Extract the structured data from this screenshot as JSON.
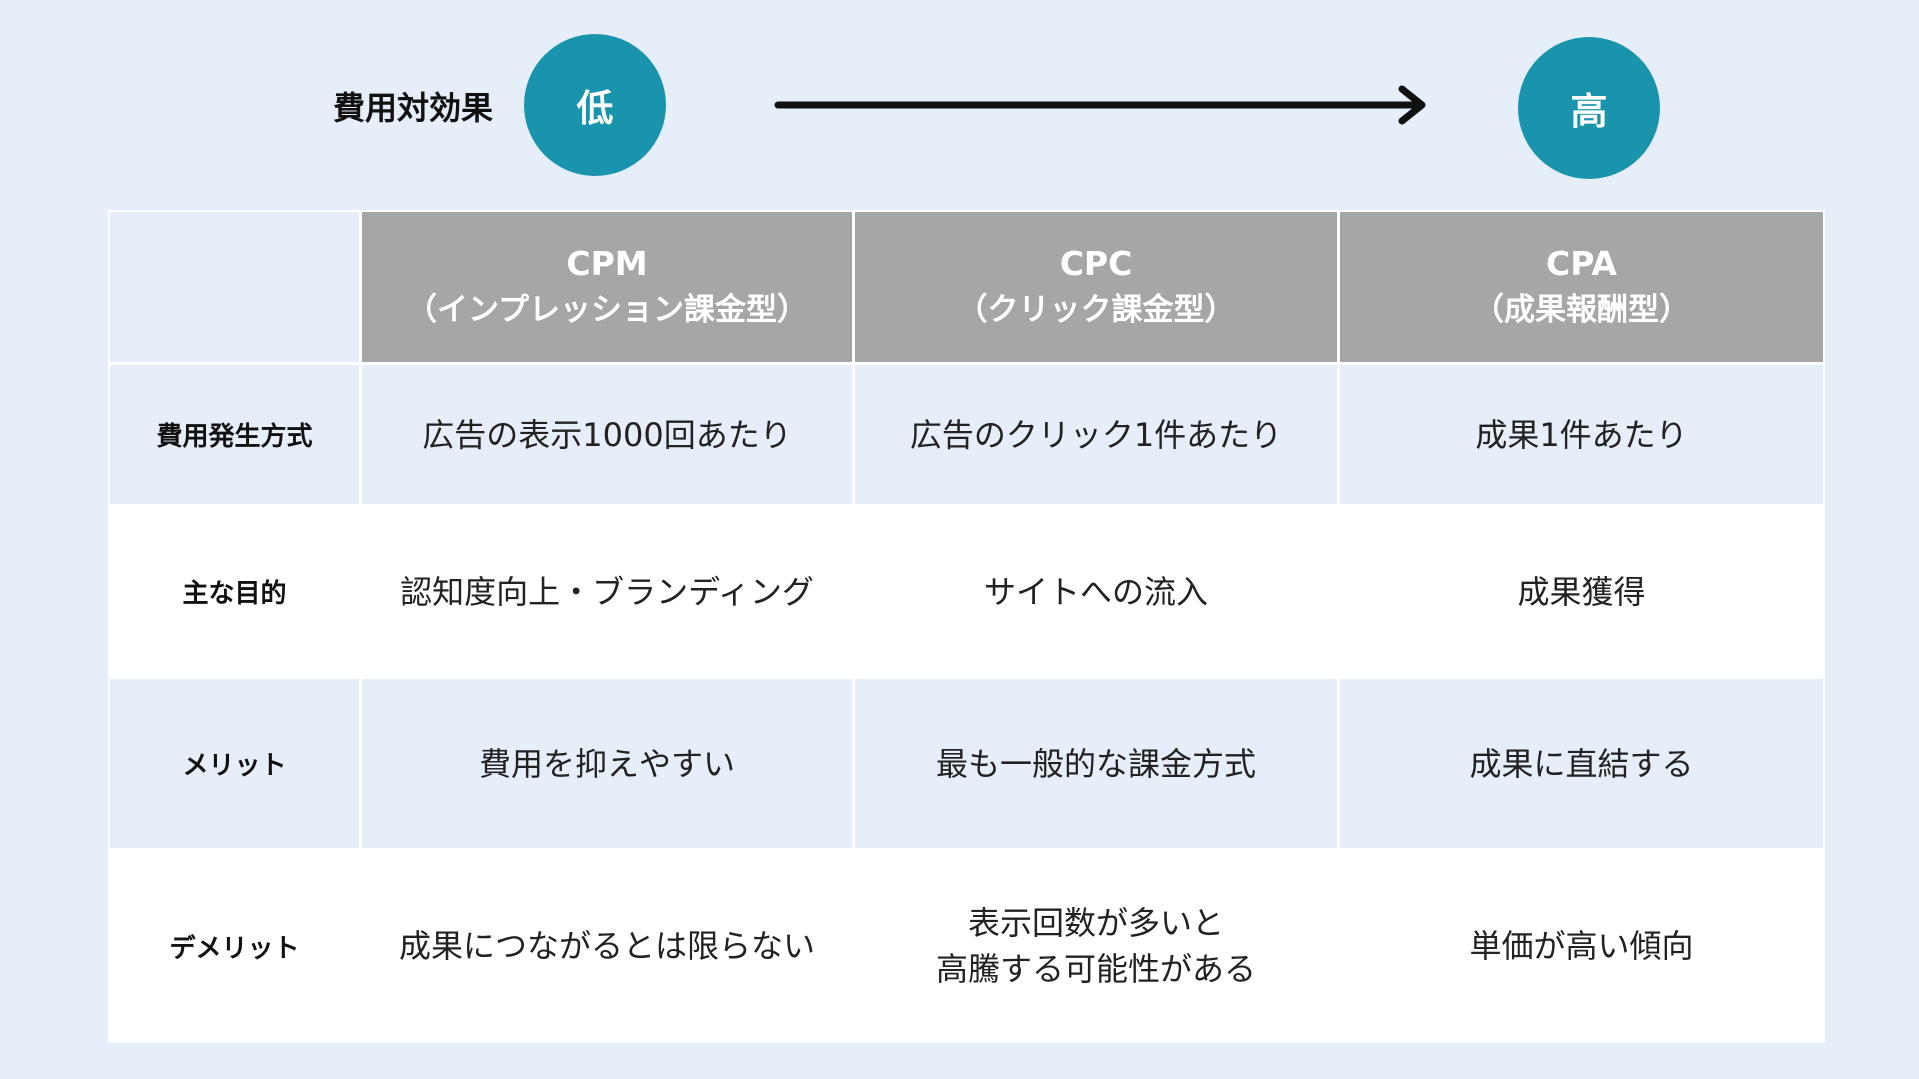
{
  "scale": {
    "label": "費用対効果",
    "low_label": "低",
    "high_label": "高",
    "arrow_icon": "arrow-right"
  },
  "table": {
    "columns": [
      {
        "name": "CPM",
        "subtitle": "（インプレッション課金型）"
      },
      {
        "name": "CPC",
        "subtitle": "（クリック課金型）"
      },
      {
        "name": "CPA",
        "subtitle": "（成果報酬型）"
      }
    ],
    "rows": [
      {
        "label": "費用発生方式",
        "cells": [
          "広告の表示1000回あたり",
          "広告のクリック1件あたり",
          "成果1件あたり"
        ]
      },
      {
        "label": "主な目的",
        "cells": [
          "認知度向上・ブランディング",
          "サイトへの流入",
          "成果獲得"
        ]
      },
      {
        "label": "メリット",
        "cells": [
          "費用を抑えやすい",
          "最も一般的な課金方式",
          "成果に直結する"
        ]
      },
      {
        "label": "デメリット",
        "cells": [
          "成果につながるとは限らない",
          "表示回数が多いと\n高騰する可能性がある",
          "単価が高い傾向"
        ]
      }
    ]
  },
  "colors": {
    "background": "#E6EEF9",
    "accent": "#1A94AC",
    "header_fill": "#A6A6A6",
    "row_fill": "#E6EEF9",
    "text": "#222222"
  }
}
